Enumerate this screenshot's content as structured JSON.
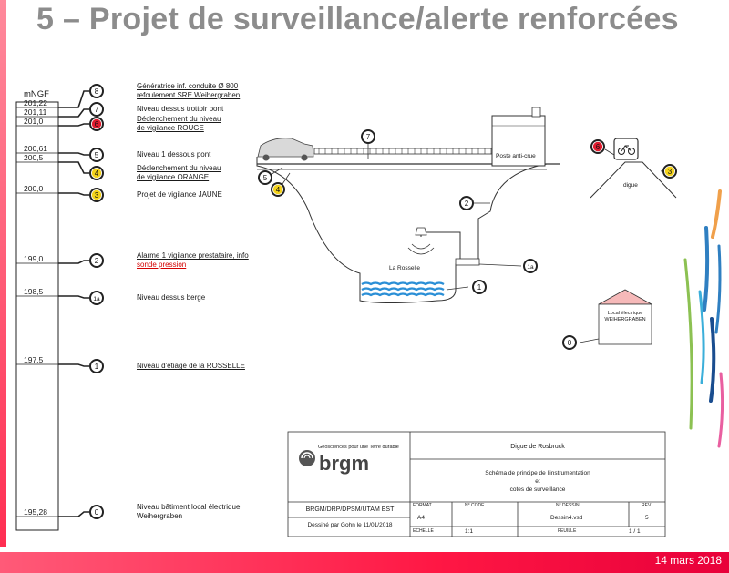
{
  "title": "5 – Projet de surveillance/alerte renforcées",
  "date": "14 mars 2018",
  "scale": {
    "unit": "mNGF",
    "levels": [
      {
        "value": "201,22",
        "sensor": "8",
        "color": "#ffffff",
        "label_lines": [
          "Génératrice inf. conduite Ø 800",
          "refoulement SRE Weihergraben"
        ],
        "underline": true,
        "red": false
      },
      {
        "value": "201,11",
        "sensor": "7",
        "color": "#ffffff",
        "label_lines": [
          "Niveau dessus trottoir pont"
        ],
        "underline": false,
        "red": false
      },
      {
        "value": "201,0",
        "sensor": "6",
        "color": "#e01b2e",
        "label_lines": [
          "Déclenchement du niveau",
          "de vigilance ROUGE"
        ],
        "underline": true,
        "red": false
      },
      {
        "value": "200,61",
        "sensor": "5",
        "color": "#ffffff",
        "label_lines": [
          "Niveau 1 dessous pont"
        ],
        "underline": false,
        "red": false
      },
      {
        "value": "200,5",
        "sensor": "4",
        "color": "#f3d21b",
        "label_lines": [
          "Déclenchement du niveau",
          "de vigilance ORANGE"
        ],
        "underline": true,
        "red": false
      },
      {
        "value": "200,0",
        "sensor": "3",
        "color": "#f3d21b",
        "label_lines": [
          "Projet de vigilance JAUNE"
        ],
        "underline": false,
        "red": false
      },
      {
        "value": "199,0",
        "sensor": "2",
        "color": "#ffffff",
        "label_lines": [
          "Alarme 1 vigilance prestataire, info",
          "sonde pression"
        ],
        "underline": true,
        "red": true
      },
      {
        "value": "198,5",
        "sensor": "1a",
        "color": "#ffffff",
        "label_lines": [
          "Niveau dessus berge"
        ],
        "underline": false,
        "red": false
      },
      {
        "value": "197,5",
        "sensor": "1",
        "color": "#ffffff",
        "label_lines": [
          "Niveau d'étiage de la ROSSELLE"
        ],
        "underline": true,
        "red": false
      },
      {
        "value": "195,28",
        "sensor": "0",
        "color": "#ffffff",
        "label_lines": [
          "Niveau bâtiment local électrique",
          "Weihergraben"
        ],
        "underline": false,
        "red": false
      }
    ]
  },
  "scene": {
    "poste_label": "Poste anti-crue",
    "river_label": "La Rosselle",
    "digue_label": "digue",
    "local_label_lines": [
      "Local électrique",
      "WEIHERGRABEN"
    ],
    "sensors": {
      "s7": "7",
      "s5": "5",
      "s4": "4",
      "s2": "2",
      "s1": "1",
      "s1a": "1a",
      "s6": "6",
      "s3": "3",
      "s0": "0"
    },
    "colors": {
      "red": "#e01b2e",
      "yellow": "#f3d21b",
      "water": "#2b8fd6"
    }
  },
  "title_block": {
    "logo_text": "brgm",
    "logo_tagline": "Géosciences pour une Terre durable",
    "project": "Digue de Rosbruck",
    "desc_lines": [
      "Schéma de principe de l'instrumentation",
      "et",
      "cotes de surveillance"
    ],
    "org": "BRGM/DRP/DPSM/UTAM EST",
    "drawn_by": "Dessiné par Gohn le 11/01/2018",
    "format_label": "FORMAT",
    "format_value": "A4",
    "code_label": "N° CODE",
    "code_value": "",
    "drawing_label": "N° DESSIN",
    "drawing_value": "Dessin4.vsd",
    "rev_label": "REV",
    "rev_value": "5",
    "scale_label": "ECHELLE",
    "scale_value": "1:1",
    "sheet_label": "FEUILLE",
    "sheet_value": "1 / 1"
  }
}
